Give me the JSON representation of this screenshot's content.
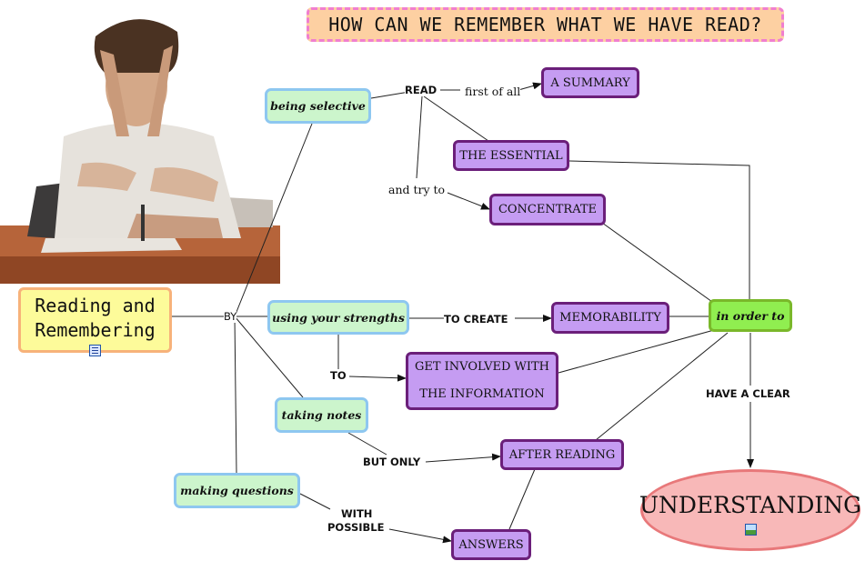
{
  "title": "HOW CAN WE REMEMBER WHAT WE HAVE READ?",
  "root": {
    "line1": "Reading and",
    "line2": "Remembering"
  },
  "nodes": {
    "being_selective": "being selective",
    "using_strengths": "using your strengths",
    "taking_notes": "taking notes",
    "making_questions": "making questions",
    "summary": "A SUMMARY",
    "essential": "THE ESSENTIAL",
    "concentrate": "CONCENTRATE",
    "memorability": "MEMORABILITY",
    "get_involved_1": "GET INVOLVED WITH",
    "get_involved_2": "THE INFORMATION",
    "after_reading": "AFTER READING",
    "answers": "ANSWERS",
    "in_order_to": "in order to",
    "understanding": "UNDERSTANDING"
  },
  "links": {
    "by": "BY",
    "read": "READ",
    "first_of_all": "first of all",
    "and_try_to": "and try to",
    "to_create": "TO CREATE",
    "to": "TO",
    "but_only": "BUT ONLY",
    "with": "WITH",
    "possible": "POSSIBLE",
    "have_a_clear": "HAVE A CLEAR"
  },
  "colors": {
    "purple_fill": "#c59cf2",
    "purple_border": "#6b1f7a",
    "green_fill": "#ccf5cc",
    "blue_border": "#8ec7f0",
    "root_fill": "#fdfb9a",
    "title_fill": "#fdd0a2",
    "understanding_fill": "#f8b8b8"
  }
}
